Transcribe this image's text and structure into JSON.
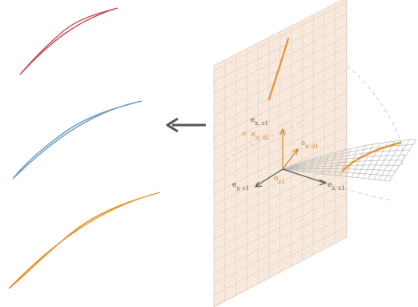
{
  "colors": {
    "red": "#cc4a5e",
    "blue": "#6b9cbf",
    "orange": "#e8922c",
    "plane_fill": "#f7e9dd",
    "plane_grid": "#e7cdb7",
    "axis_dark": "#555555",
    "axis_orange": "#d9822b",
    "arrow": "#555555",
    "surface_grid": "#b9b9b9"
  },
  "labels": {
    "e_x_c1": {
      "main": "e",
      "sub": "x, c1"
    },
    "eq_prefix": "=",
    "e_u_d1": {
      "main": "e",
      "sub": "u, d1"
    },
    "e_v_d1": {
      "main": "e",
      "sub": "v, d1"
    },
    "e_y_c1": {
      "main": "e",
      "sub": "y, c1"
    },
    "e_z_c1": {
      "main": "e",
      "sub": "z, c1"
    },
    "o_c1": {
      "main": "o",
      "sub": "c1"
    }
  },
  "icons": {
    "left_arrow": "arrow-left-icon"
  }
}
